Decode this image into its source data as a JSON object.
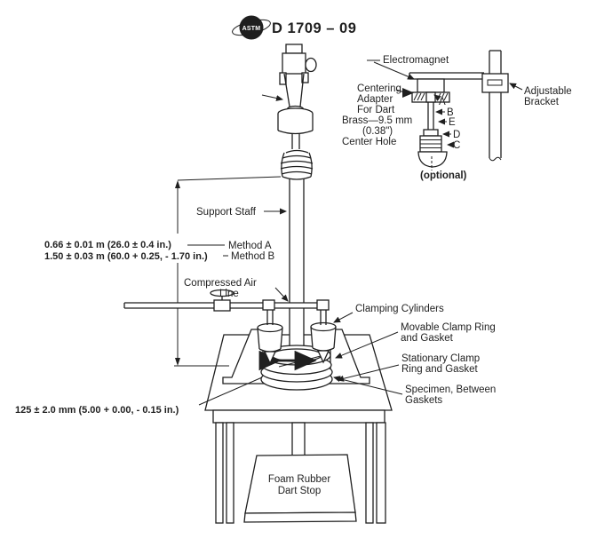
{
  "colors": {
    "ink": "#1f1f1f",
    "paper": "#ffffff"
  },
  "header": {
    "logo_text": "ASTM",
    "title": "D 1709 – 09"
  },
  "dimensions": {
    "method_a_value": "0.66 ± 0.01 m (26.0 ± 0.4 in.)",
    "method_a_label": "Method A",
    "method_b_value": "1.50 ± 0.03 m (60.0 + 0.25, - 1.70 in.)",
    "method_b_label": "Method B",
    "specimen_diameter": "125 ± 2.0 mm (5.00 + 0.00, - 0.15 in.)"
  },
  "labels": {
    "support_staff": "Support Staff",
    "compressed_air_1": "Compressed Air",
    "compressed_air_2": "Line",
    "clamping_cylinders": "Clamping Cylinders",
    "movable_1": "Movable Clamp Ring",
    "movable_2": "and Gasket",
    "stationary_1": "Stationary Clamp",
    "stationary_2": "Ring and Gasket",
    "specimen_1": "Specimen, Between",
    "specimen_2": "Gaskets",
    "foam_1": "Foam Rubber",
    "foam_2": "Dart Stop"
  },
  "inset": {
    "electromagnet": "Electromagnet",
    "adjustable_1": "Adjustable",
    "adjustable_2": "Bracket",
    "centering_1": "Centering",
    "centering_2": "Adapter",
    "centering_3": "For Dart",
    "brass": "Brass—9.5 mm",
    "brass_in": "(0.38\")",
    "center_hole": "Center Hole",
    "optional": "(optional)",
    "part_a": "A",
    "part_b": "B",
    "part_c": "C",
    "part_d": "D",
    "part_e": "E"
  }
}
